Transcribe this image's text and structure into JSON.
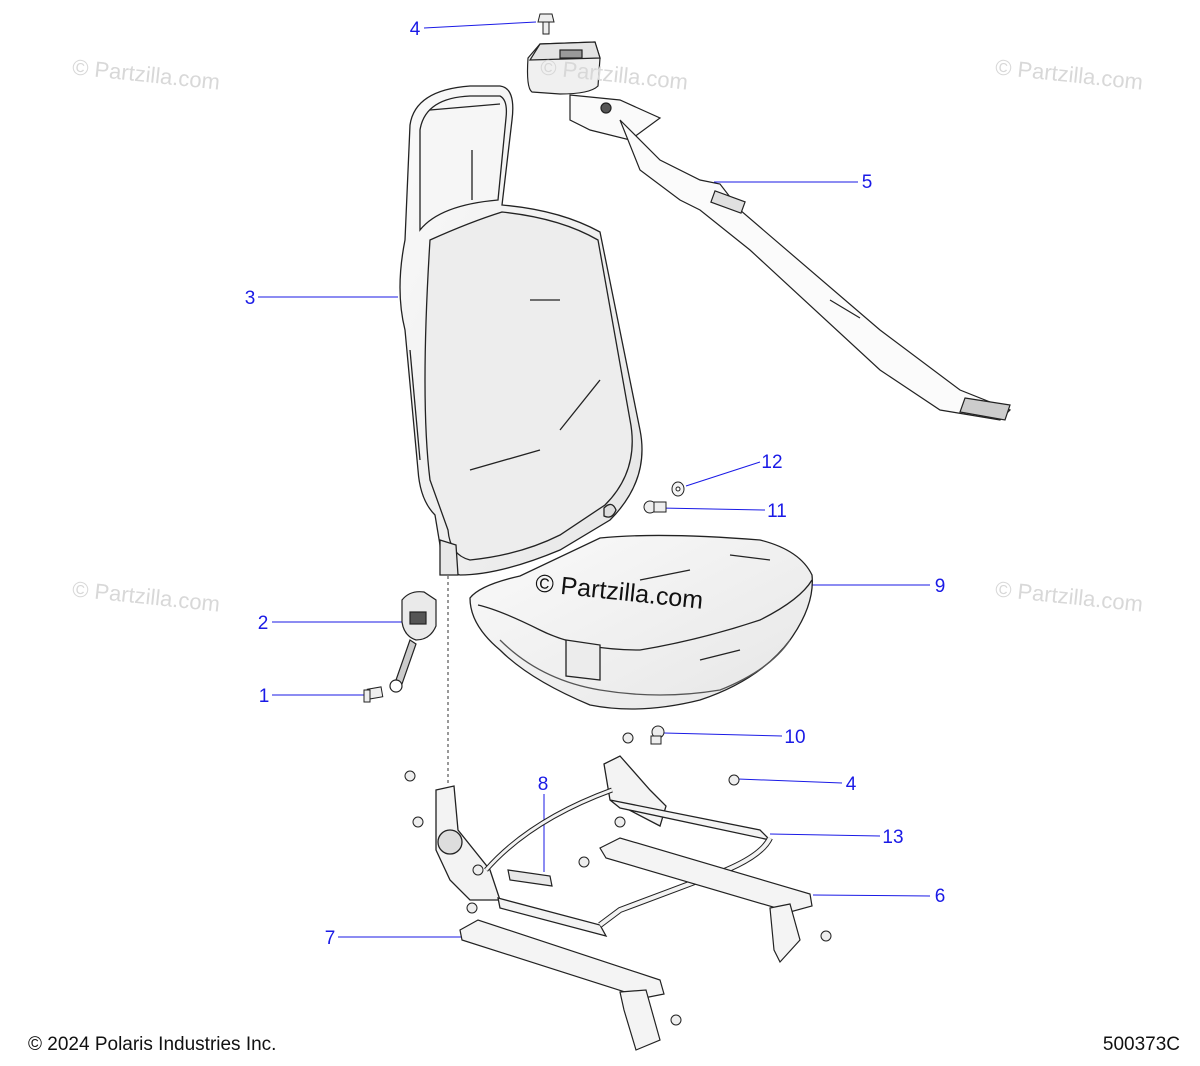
{
  "watermark": {
    "small_text": "© Partzilla.com",
    "center_text": "© Partzilla.com"
  },
  "callouts": [
    {
      "id": "c4a",
      "label": "4"
    },
    {
      "id": "c5",
      "label": "5"
    },
    {
      "id": "c3",
      "label": "3"
    },
    {
      "id": "c12",
      "label": "12"
    },
    {
      "id": "c11",
      "label": "11"
    },
    {
      "id": "c9",
      "label": "9"
    },
    {
      "id": "c2",
      "label": "2"
    },
    {
      "id": "c1",
      "label": "1"
    },
    {
      "id": "c10",
      "label": "10"
    },
    {
      "id": "c8",
      "label": "8"
    },
    {
      "id": "c4b",
      "label": "4"
    },
    {
      "id": "c13",
      "label": "13"
    },
    {
      "id": "c6",
      "label": "6"
    },
    {
      "id": "c7",
      "label": "7"
    }
  ],
  "footer": {
    "copyright": "© 2024 Polaris Industries Inc.",
    "diagram_id": "500373C"
  },
  "colors": {
    "callout": "#1a1ae6",
    "line_art": "#222222",
    "part_fill": "#f2f2f2"
  }
}
